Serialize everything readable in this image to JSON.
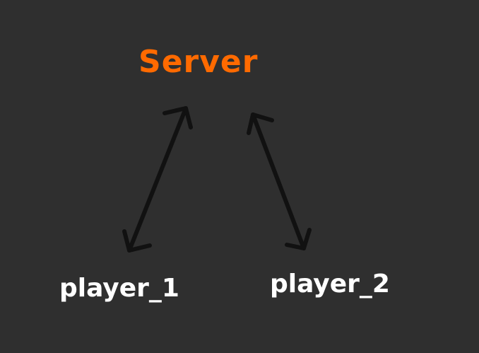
{
  "diagram": {
    "nodes": [
      {
        "id": "server",
        "label": "Server",
        "color": "#ff6a00"
      },
      {
        "id": "player_1",
        "label": "player_1",
        "color": "#ffffff"
      },
      {
        "id": "player_2",
        "label": "player_2",
        "color": "#ffffff"
      }
    ],
    "edges": [
      {
        "from": "server",
        "to": "player_1",
        "direction": "bidirectional"
      },
      {
        "from": "server",
        "to": "player_2",
        "direction": "bidirectional"
      }
    ],
    "colors": {
      "background": "#2f2f2f",
      "arrow": "#111111"
    }
  }
}
